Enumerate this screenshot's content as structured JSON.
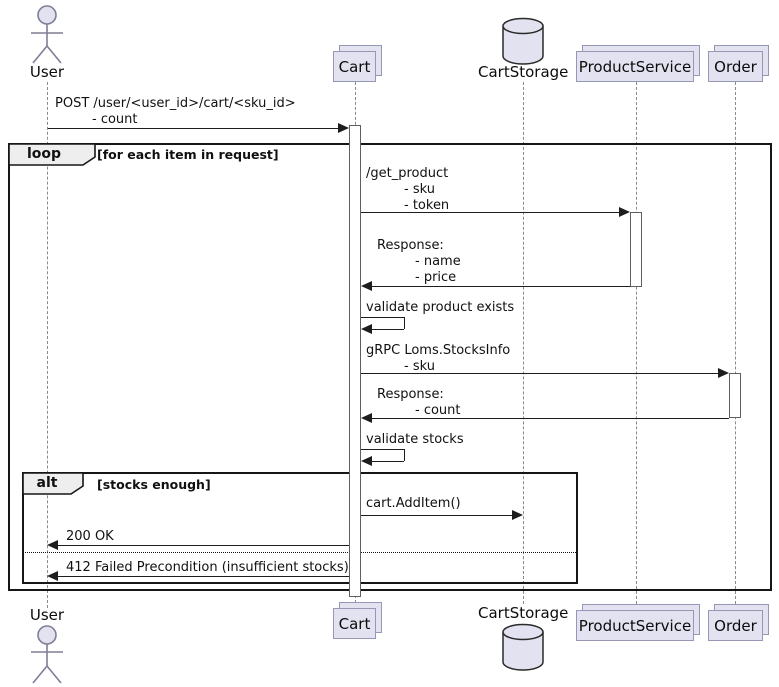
{
  "participants": {
    "user": {
      "label": "User",
      "type": "actor"
    },
    "cart": {
      "label": "Cart",
      "type": "collections"
    },
    "cart_storage": {
      "label": "CartStorage",
      "type": "database"
    },
    "product_service": {
      "label": "ProductService",
      "type": "collections"
    },
    "order": {
      "label": "Order",
      "type": "collections"
    }
  },
  "frames": {
    "loop": {
      "keyword": "loop",
      "guard": "[for each item in request]"
    },
    "alt": {
      "keyword": "alt",
      "guard": "[stocks enough]"
    }
  },
  "messages": [
    {
      "from": "User",
      "to": "Cart",
      "lines": [
        "POST /user/<user_id>/cart/<sku_id>",
        "- count"
      ]
    },
    {
      "from": "Cart",
      "to": "ProductService",
      "lines": [
        "/get_product",
        "- sku",
        "- token"
      ]
    },
    {
      "from": "ProductService",
      "to": "Cart",
      "lines": [
        "Response:",
        "- name",
        "- price"
      ]
    },
    {
      "from": "Cart",
      "to": "Cart",
      "lines": [
        "validate product exists"
      ]
    },
    {
      "from": "Cart",
      "to": "Order",
      "lines": [
        "gRPC Loms.StocksInfo",
        "- sku"
      ]
    },
    {
      "from": "Order",
      "to": "Cart",
      "lines": [
        "Response:",
        "- count"
      ]
    },
    {
      "from": "Cart",
      "to": "Cart",
      "lines": [
        "validate stocks"
      ]
    },
    {
      "from": "Cart",
      "to": "CartStorage",
      "lines": [
        "cart.AddItem()"
      ]
    },
    {
      "from": "Cart",
      "to": "User",
      "lines": [
        "200 OK"
      ]
    },
    {
      "from": "Cart",
      "to": "User",
      "lines": [
        "412 Failed Precondition (insufficient stocks)"
      ]
    }
  ],
  "colors": {
    "participant_fill": "#E2E2F0",
    "participant_border": "#9697B4",
    "actor_stroke": "#7E7E96",
    "database_stroke": "#2A2A2A",
    "frame_border": "#161616",
    "frame_label_fill": "#EEEEEE",
    "message_line": "#1D1D1D",
    "lifeline": "#8A8A8A",
    "activation_fill": "#FFFFFF"
  }
}
